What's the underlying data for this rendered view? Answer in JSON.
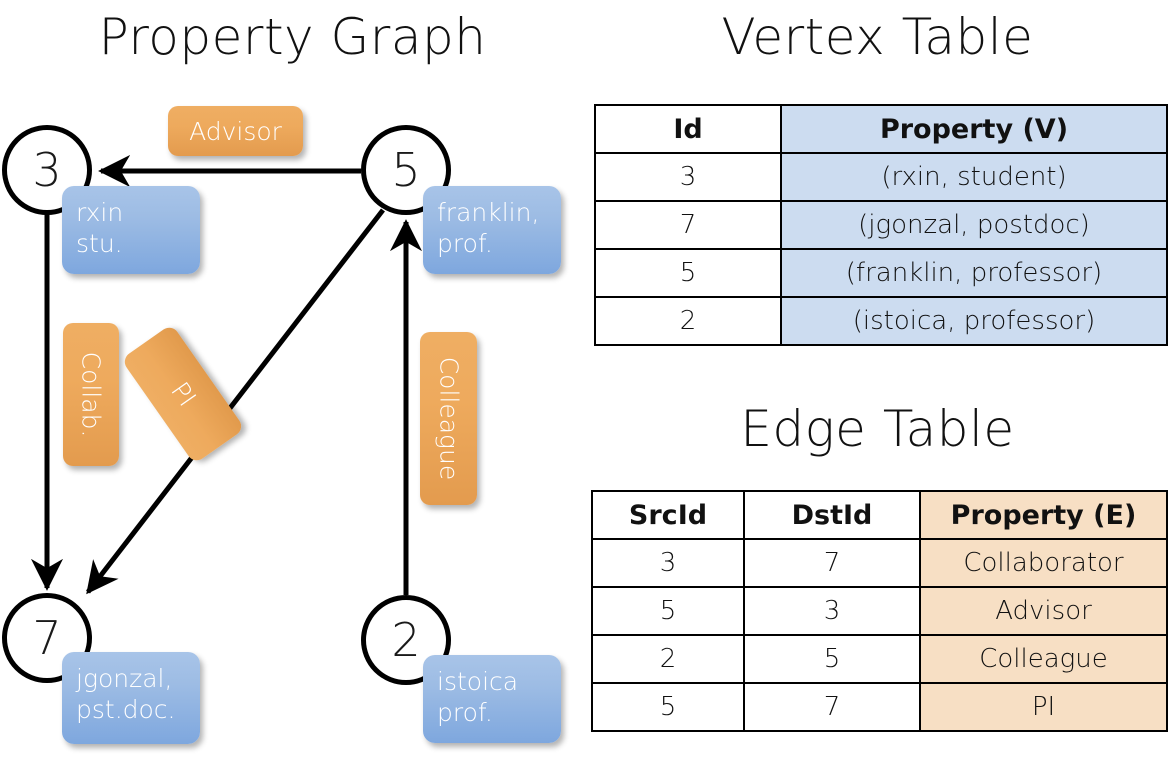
{
  "graph": {
    "title": "Property Graph",
    "nodes": [
      {
        "id": "3",
        "property_line1": "rxin",
        "property_line2": "stu."
      },
      {
        "id": "5",
        "property_line1": "franklin,",
        "property_line2": "prof."
      },
      {
        "id": "7",
        "property_line1": "jgonzal,",
        "property_line2": "pst.doc."
      },
      {
        "id": "2",
        "property_line1": "istoica",
        "property_line2": "prof."
      }
    ],
    "edge_labels": {
      "advisor": "Advisor",
      "collab": "Collab.",
      "pi": "PI",
      "colleague": "Colleague"
    }
  },
  "vertex_table": {
    "title": "Vertex Table",
    "headers": [
      "Id",
      "Property (V)"
    ],
    "rows": [
      [
        "3",
        "(rxin, student)"
      ],
      [
        "7",
        "(jgonzal, postdoc)"
      ],
      [
        "5",
        "(franklin, professor)"
      ],
      [
        "2",
        "(istoica, professor)"
      ]
    ]
  },
  "edge_table": {
    "title": "Edge Table",
    "headers": [
      "SrcId",
      "DstId",
      "Property (E)"
    ],
    "rows": [
      [
        "3",
        "7",
        "Collaborator"
      ],
      [
        "5",
        "3",
        "Advisor"
      ],
      [
        "2",
        "5",
        "Colleague"
      ],
      [
        "5",
        "7",
        "PI"
      ]
    ]
  },
  "colors": {
    "vertex_property_fill": "#ccdcf0",
    "edge_property_fill": "#f7dfc4",
    "node_callout_blue": "#9dbce4",
    "edge_label_orange": "#eeaa5d",
    "stroke": "#000000",
    "background": "#ffffff"
  }
}
